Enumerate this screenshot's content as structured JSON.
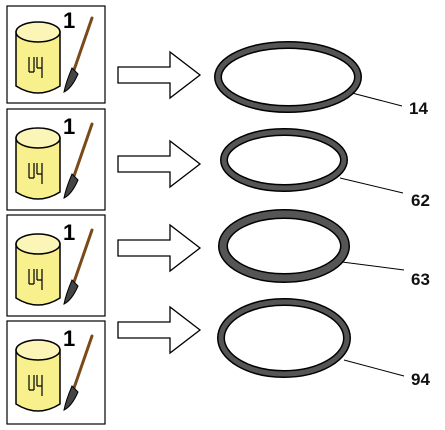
{
  "rows": [
    {
      "quantity": "1",
      "callout": "14"
    },
    {
      "quantity": "1",
      "callout": "62"
    },
    {
      "quantity": "1",
      "callout": "63"
    },
    {
      "quantity": "1",
      "callout": "94"
    }
  ],
  "colors": {
    "lubricant_pot": "#f7f08c",
    "ring": "#555555",
    "outline": "#000000"
  },
  "icons": {
    "lubricant": "lubricant-pot-icon",
    "brush": "brush-icon",
    "arrow": "right-arrow-icon",
    "ring": "o-ring-icon"
  }
}
